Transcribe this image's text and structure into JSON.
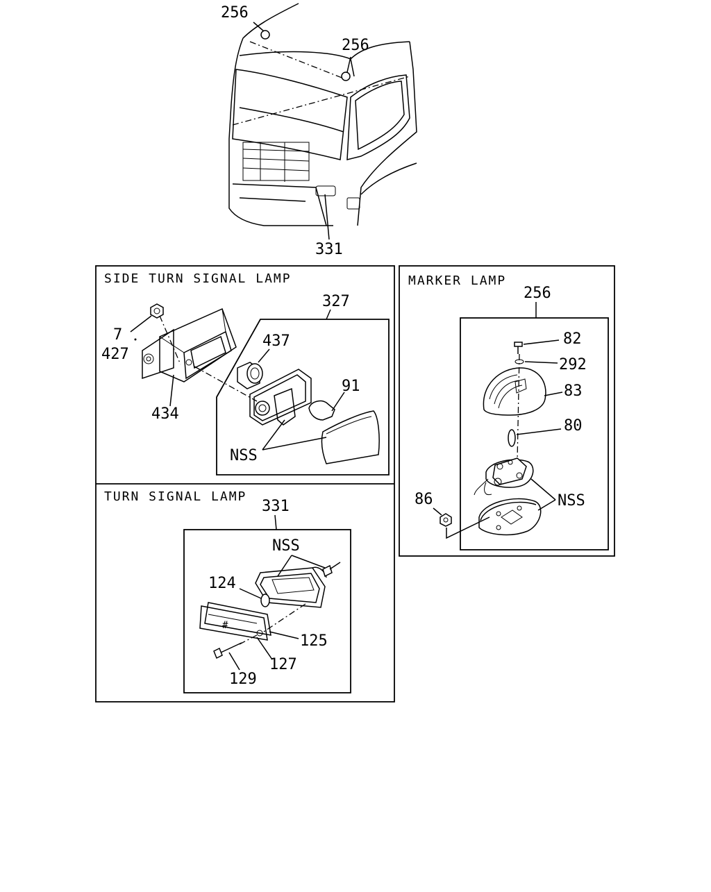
{
  "sections": {
    "side_turn": "SIDE TURN SIGNAL LAMP",
    "turn": "TURN SIGNAL LAMP",
    "marker": "MARKER LAMP"
  },
  "callouts": {
    "top_256_left": "256",
    "top_256_right": "256",
    "top_331": "331",
    "p327": "327",
    "p7": "7",
    "p427": "427",
    "p437": "437",
    "p91": "91",
    "p434": "434",
    "nss_side": "NSS",
    "p331_box": "331",
    "nss_turn": "NSS",
    "p124": "124",
    "p125": "125",
    "p127": "127",
    "p129": "129",
    "p256_box": "256",
    "p82": "82",
    "p292": "292",
    "p83": "83",
    "p80": "80",
    "p86": "86",
    "nss_marker": "NSS"
  }
}
